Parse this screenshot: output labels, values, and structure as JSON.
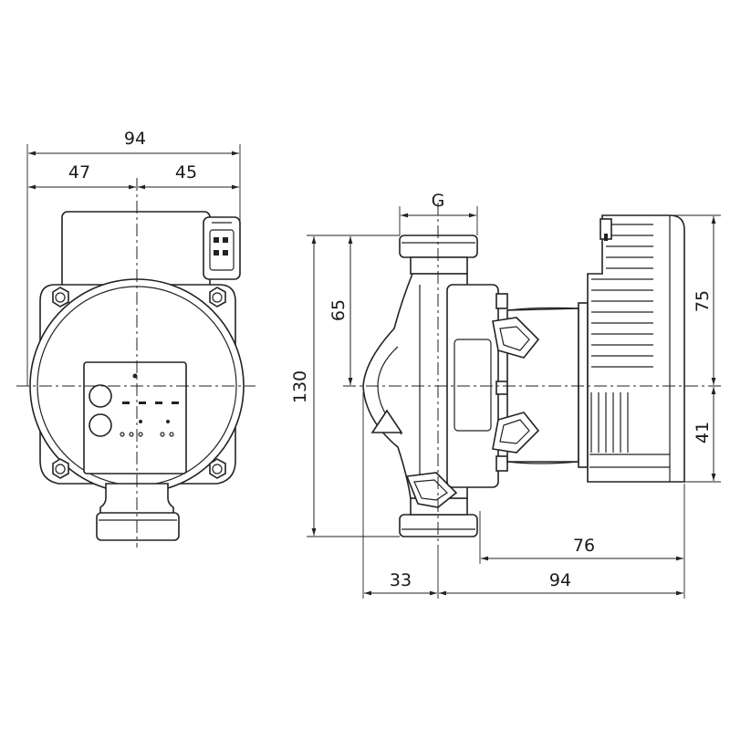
{
  "front_view": {
    "dim_total_width": "94",
    "dim_left_width": "47",
    "dim_right_width": "45"
  },
  "side_view": {
    "dim_connection": "G",
    "dim_half_height": "65",
    "dim_total_height": "130",
    "dim_motor_top": "75",
    "dim_motor_bottom": "41",
    "dim_motor_length": "76",
    "dim_body_offset": "33",
    "dim_total_length": "94"
  },
  "colors": {
    "line": "#222222",
    "background": "#ffffff"
  }
}
